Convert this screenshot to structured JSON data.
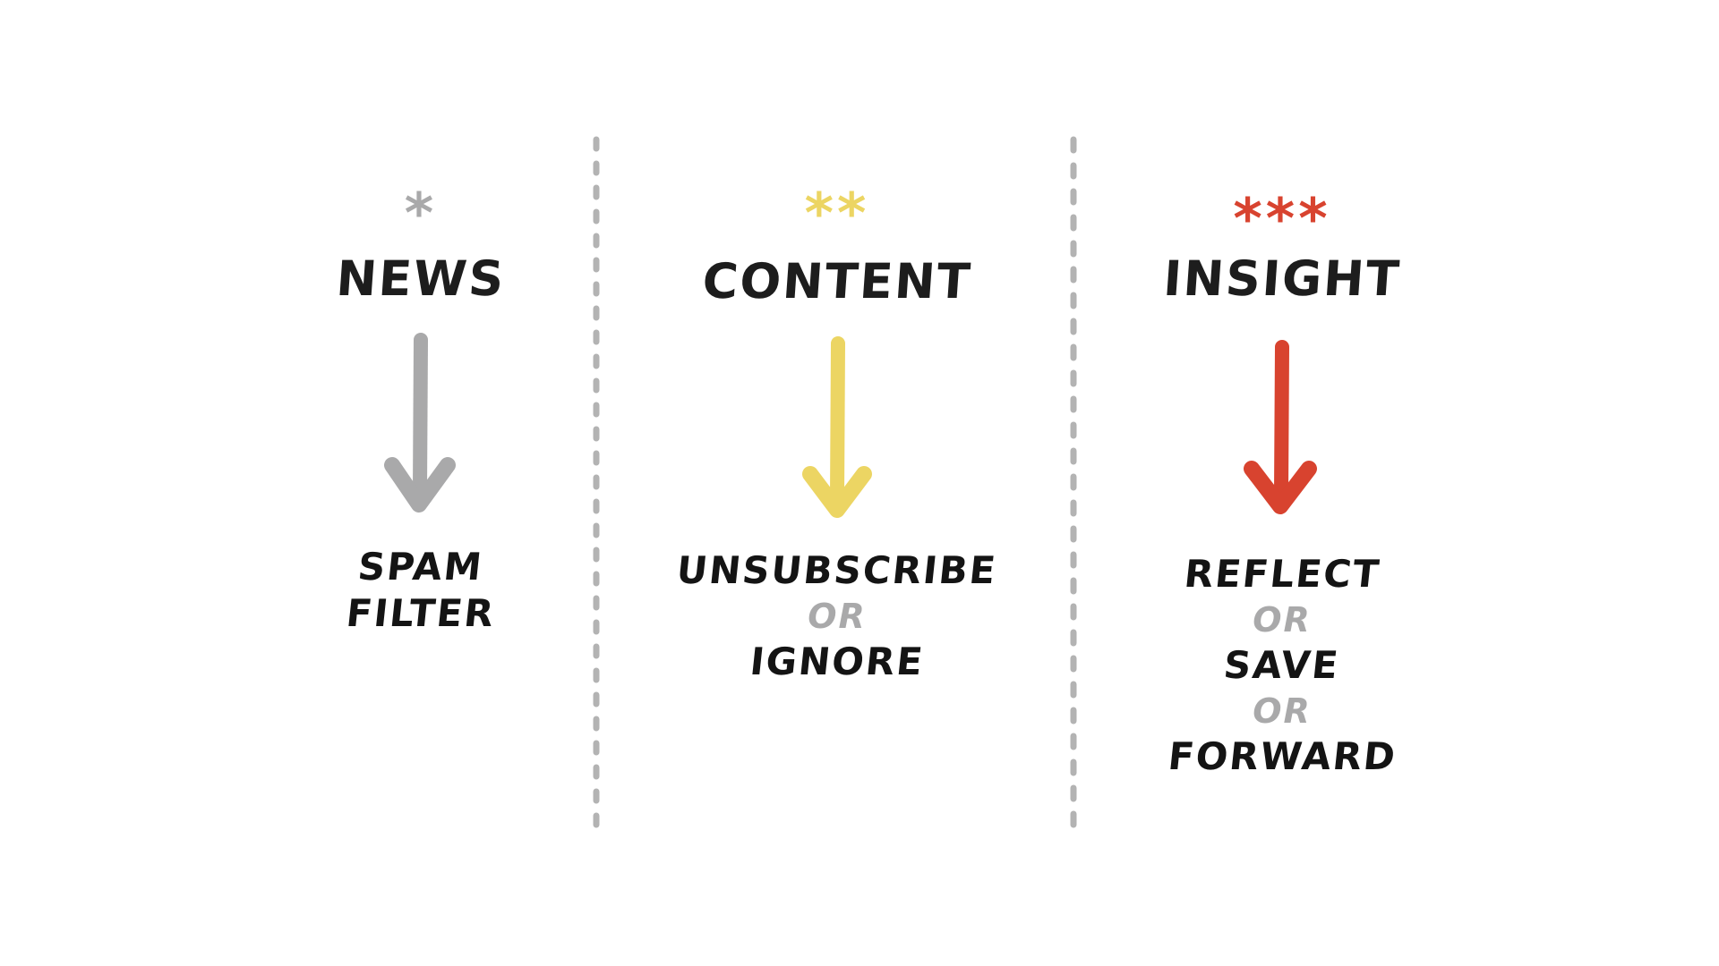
{
  "colors": {
    "background": "#ffffff",
    "text": "#1d1d1d",
    "gray": "#a9a9aa",
    "yellow": "#ecd563",
    "red": "#d8432f",
    "divider": "#b3b3b3"
  },
  "columns": [
    {
      "stars": "*",
      "star_color": "#a9a9aa",
      "heading": "NEWS",
      "arrow_color": "#a9a9aa",
      "arrow_icon": "down-arrow-icon",
      "actions": [
        "SPAM",
        "FILTER"
      ]
    },
    {
      "stars": "**",
      "star_color": "#ecd563",
      "heading": "CONTENT",
      "arrow_color": "#ecd563",
      "arrow_icon": "down-arrow-icon",
      "actions": [
        "UNSUBSCRIBE",
        "OR",
        "IGNORE"
      ]
    },
    {
      "stars": "***",
      "star_color": "#d8432f",
      "heading": "INSIGHT",
      "arrow_color": "#d8432f",
      "arrow_icon": "down-arrow-icon",
      "actions": [
        "REFLECT",
        "OR",
        "SAVE",
        "OR",
        "FORWARD"
      ]
    }
  ]
}
